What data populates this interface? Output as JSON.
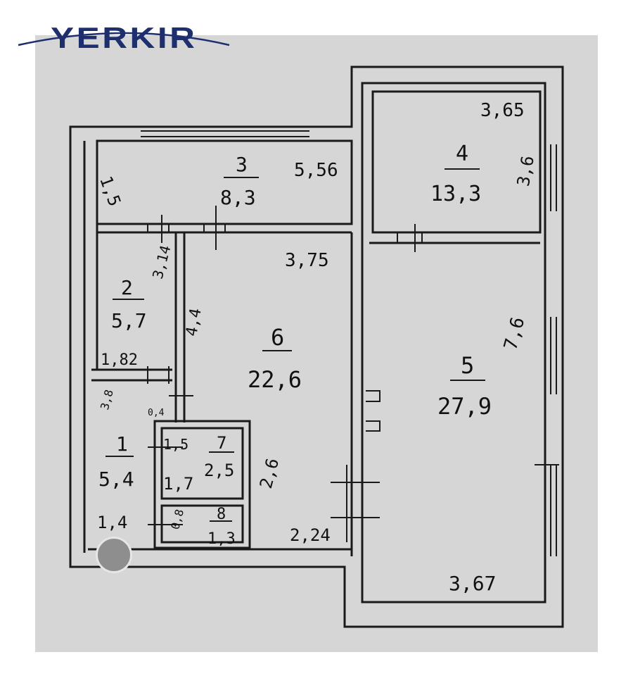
{
  "brand": {
    "name": "YERKIR",
    "color": "#1e2f6e"
  },
  "rooms": [
    {
      "number": "1",
      "area": "5,4"
    },
    {
      "number": "2",
      "area": "5,7"
    },
    {
      "number": "3",
      "area": "8,3"
    },
    {
      "number": "4",
      "area": "13,3"
    },
    {
      "number": "5",
      "area": "27,9"
    },
    {
      "number": "6",
      "area": "22,6"
    },
    {
      "number": "7",
      "area": "2,5"
    },
    {
      "number": "8",
      "area": "1,3"
    }
  ],
  "dimensions": {
    "d_1_5": "1,5",
    "d_5_56": "5,56",
    "d_3_65": "3,65",
    "d_3_6": "3,6",
    "d_3_75": "3,75",
    "d_3_14": "3,14",
    "d_4_4": "4,4",
    "d_7_6": "7,6",
    "d_1_82": "1,82",
    "d_3_8": "3,8",
    "d_0_4": "0,4",
    "d_1_5b": "1,5",
    "d_1_7": "1,7",
    "d_2_6": "2,6",
    "d_1_4": "1,4",
    "d_0_8": "0,8",
    "d_2_24": "2,24",
    "d_3_67": "3,67"
  }
}
